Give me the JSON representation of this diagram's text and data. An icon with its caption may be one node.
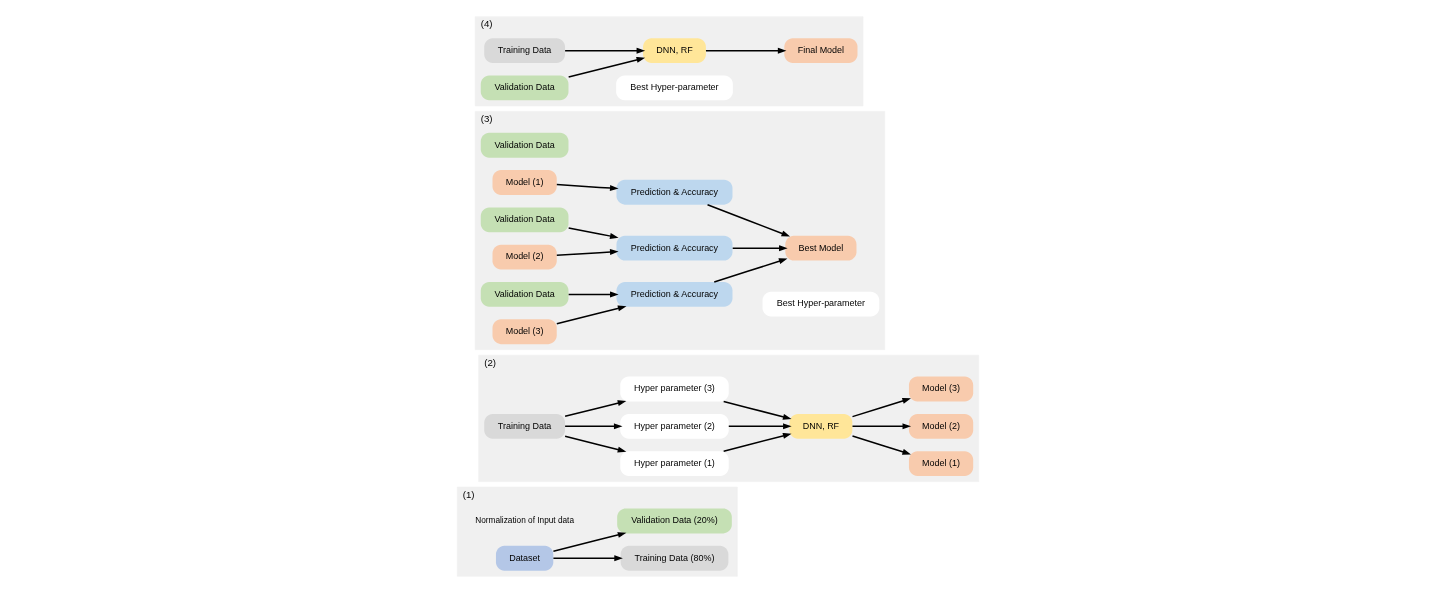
{
  "diagram": {
    "nodes": [
      {
        "text": [
          "(1)"
        ]
      },
      {
        "text": [
          "Dataset"
        ],
        "in": 0,
        "beside": [
          "Normalization of Input data"
        ]
      },
      {
        "text": [
          "Training Data (80%)"
        ],
        "in": 0
      },
      {
        "text": [
          "Validation Data (20%)"
        ],
        "in": 0
      },
      {
        "text": [
          "(2)"
        ]
      },
      {
        "text": [
          "Training Data"
        ],
        "in": 4
      },
      {
        "text": [
          "Hyper parameter (1)"
        ],
        "in": 4
      },
      {
        "text": [
          "Hyper parameter (2)"
        ],
        "in": 4
      },
      {
        "text": [
          "Hyper parameter (3)"
        ],
        "in": 4
      },
      {
        "text": [
          "DNN, RF"
        ],
        "in": 4
      },
      {
        "text": [
          "Model (1)"
        ],
        "in": 4
      },
      {
        "text": [
          "Model (2)"
        ],
        "in": 4
      },
      {
        "text": [
          "Model (3)"
        ],
        "in": 4
      },
      {
        "text": [
          "(3)"
        ]
      },
      {
        "text": [
          "Validation Data"
        ],
        "in": 13
      },
      {
        "text": [
          "Model (1)"
        ],
        "in": 13
      },
      {
        "text": [
          "Validation Data"
        ],
        "in": 13
      },
      {
        "text": [
          "Model (2)"
        ],
        "in": 13
      },
      {
        "text": [
          "Validation Data"
        ],
        "in": 13
      },
      {
        "text": [
          "Model (3)"
        ],
        "in": 13
      },
      {
        "text": [
          "Prediction & Accuracy"
        ],
        "in": 13
      },
      {
        "text": [
          "Prediction & Accuracy"
        ],
        "in": 13
      },
      {
        "text": [
          "Prediction & Accuracy"
        ],
        "in": 13
      },
      {
        "text": [
          "Best Hyper-parameter"
        ],
        "in": 13
      },
      {
        "text": [
          "Best Model"
        ],
        "in": 13
      },
      {
        "text": [
          "(4)"
        ]
      },
      {
        "text": [
          "Training Data"
        ],
        "in": 25
      },
      {
        "text": [
          "Validation Data"
        ],
        "in": 25
      },
      {
        "text": [
          "Best Hyper-parameter"
        ],
        "in": 25
      },
      {
        "text": [
          "DNN, RF"
        ],
        "in": 25
      },
      {
        "text": [
          "Final Model"
        ],
        "in": 25
      }
    ],
    "edges": [
      {
        "from": 1,
        "to": 2,
        "arrow": "to"
      },
      {
        "from": 1,
        "to": 3,
        "arrow": "to"
      },
      {
        "from": 5,
        "to": 6,
        "arrow": "to"
      },
      {
        "from": 5,
        "to": 7,
        "arrow": "to"
      },
      {
        "from": 5,
        "to": 8,
        "arrow": "to"
      },
      {
        "from": 6,
        "to": 9,
        "arrow": "to"
      },
      {
        "from": 7,
        "to": 9,
        "arrow": "to"
      },
      {
        "from": 8,
        "to": 9,
        "arrow": "to"
      },
      {
        "from": 9,
        "to": 10,
        "arrow": "to"
      },
      {
        "from": 9,
        "to": 11,
        "arrow": "to"
      },
      {
        "from": 9,
        "to": 12,
        "arrow": "to"
      },
      {
        "from": 15,
        "to": 20,
        "arrow": "to"
      },
      {
        "from": 16,
        "to": 21,
        "arrow": "to"
      },
      {
        "from": 17,
        "to": 21,
        "arrow": "to"
      },
      {
        "from": 18,
        "to": 22,
        "arrow": "to"
      },
      {
        "from": 19,
        "to": 22,
        "arrow": "to"
      },
      {
        "from": 20,
        "to": 24,
        "arrow": "to"
      },
      {
        "from": 21,
        "to": 24,
        "arrow": "to"
      },
      {
        "from": 22,
        "to": 24,
        "arrow": "to"
      },
      {
        "from": 26,
        "to": 29,
        "arrow": "to"
      },
      {
        "from": 27,
        "to": 29,
        "arrow": "to"
      },
      {
        "from": 29,
        "to": 30,
        "arrow": "to"
      }
    ]
  }
}
